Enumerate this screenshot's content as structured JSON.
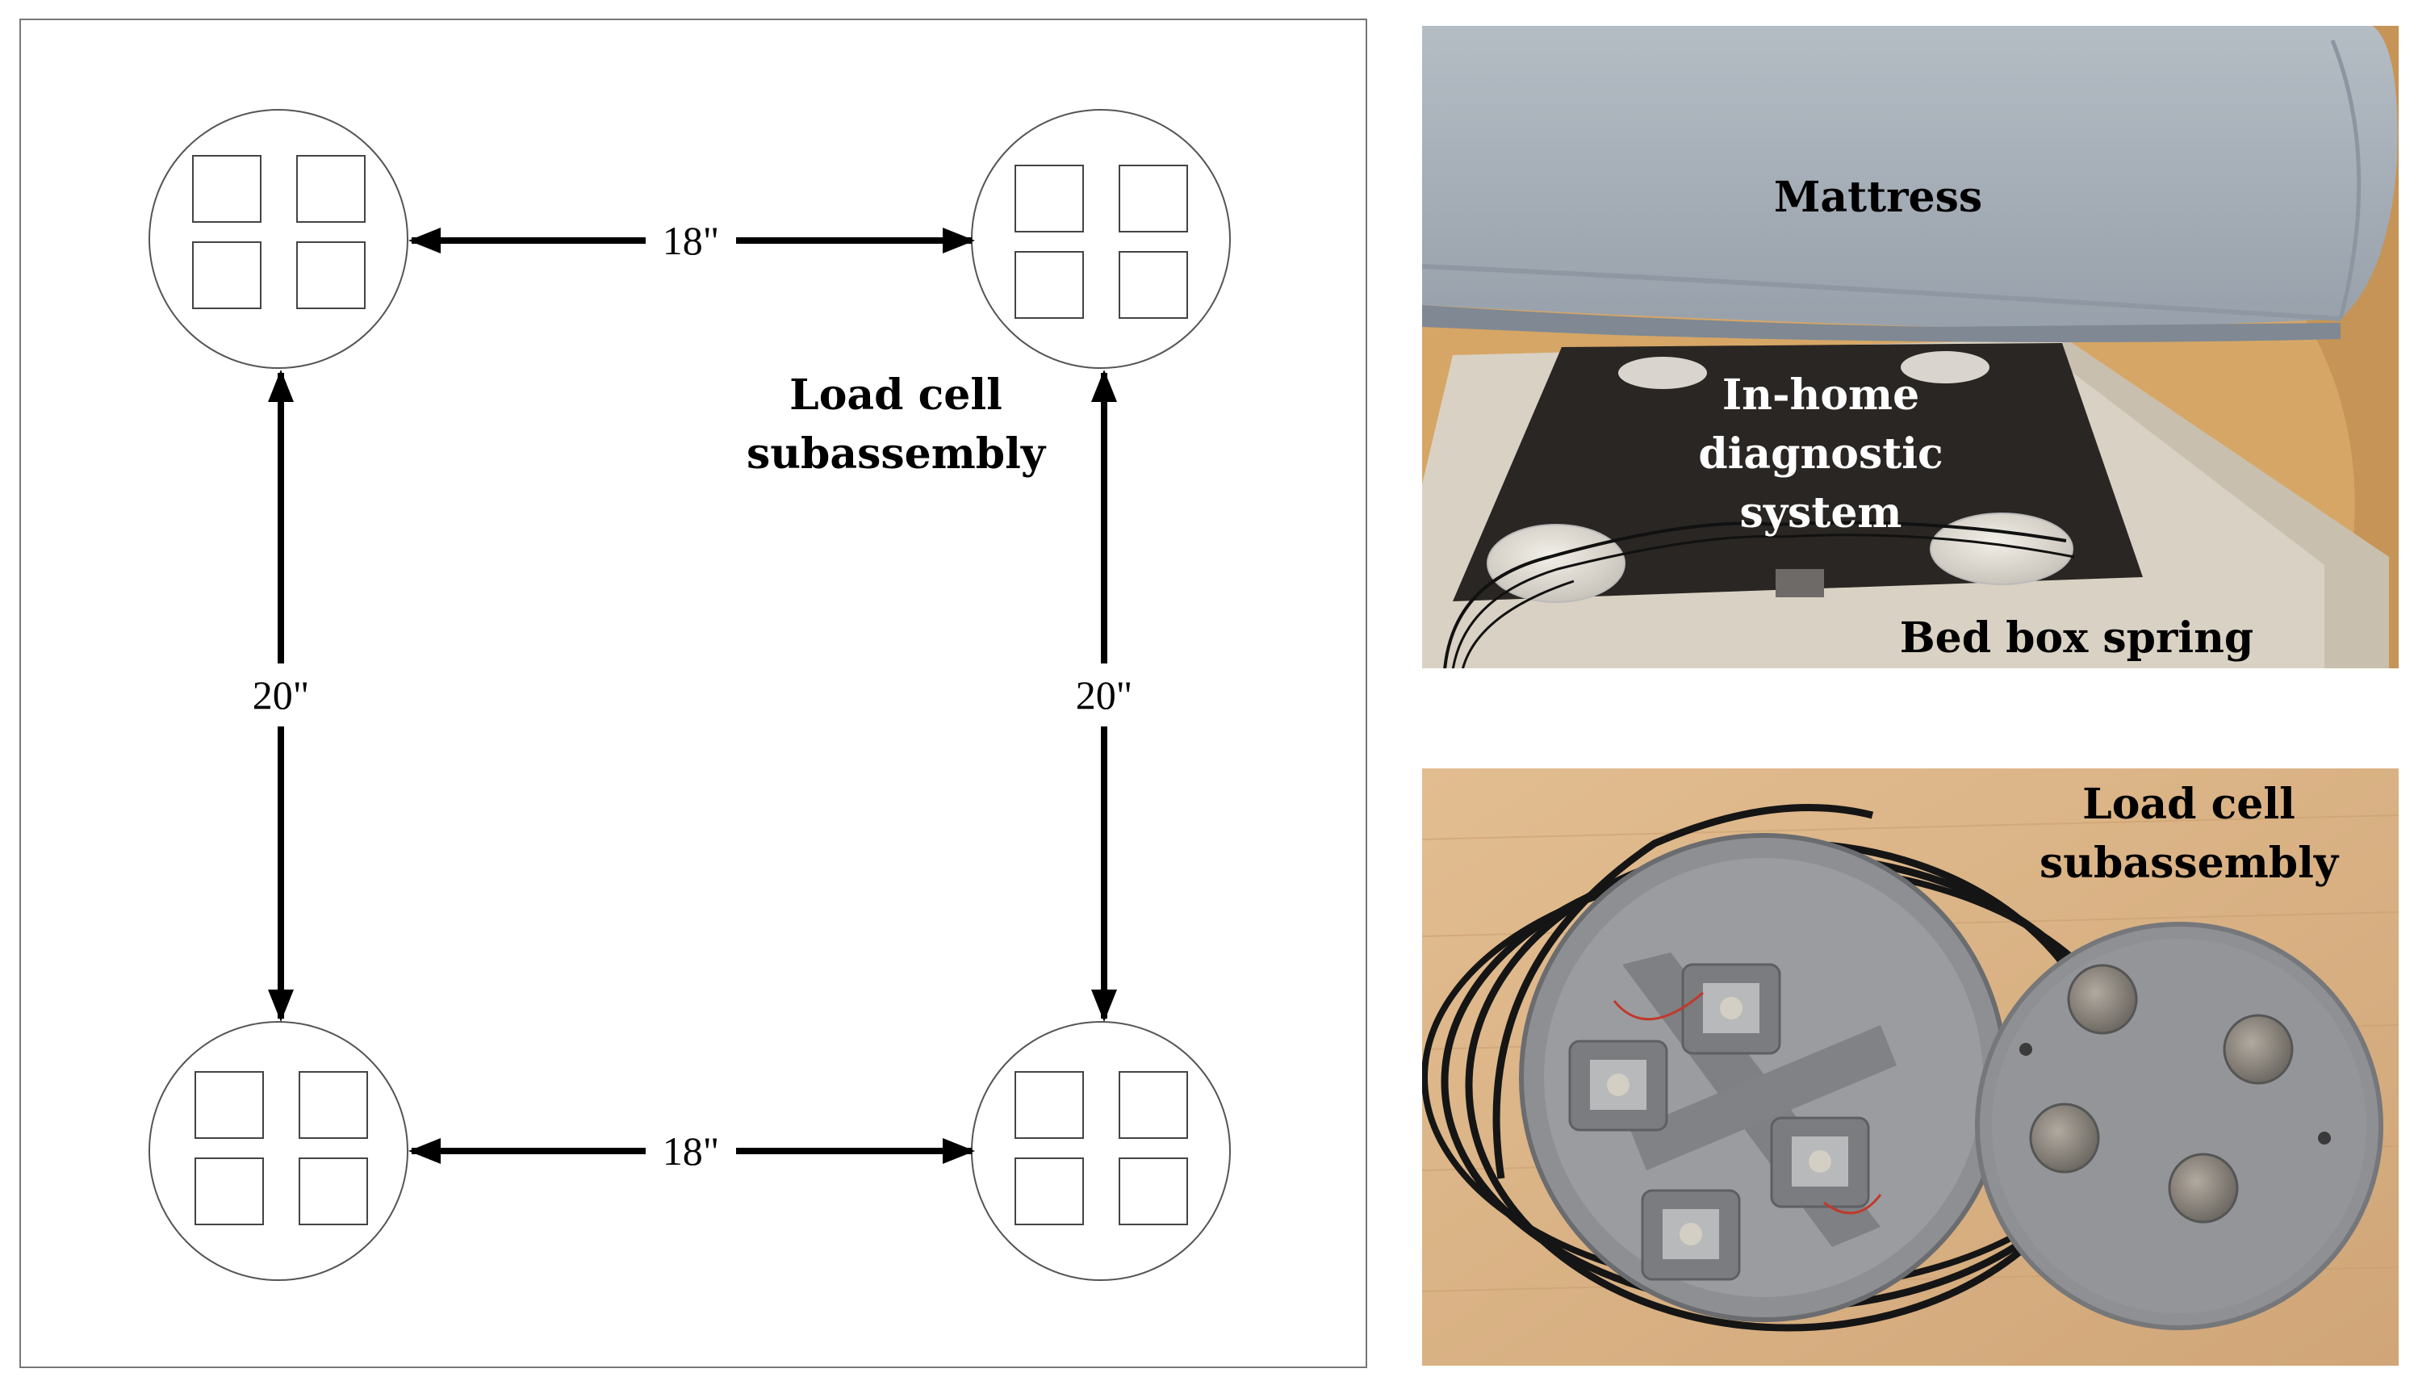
{
  "schematic": {
    "dim_top": "18\"",
    "dim_bottom": "18\"",
    "dim_left": "20\"",
    "dim_right": "20\"",
    "label_line1": "Load cell",
    "label_line2": "subassembly"
  },
  "photo_top": {
    "mattress_label": "Mattress",
    "system_line1": "In-home",
    "system_line2": "diagnostic",
    "system_line3": "system",
    "boxspring_label": "Bed box spring"
  },
  "photo_bottom": {
    "label_line1": "Load cell",
    "label_line2": "subassembly"
  },
  "colors": {
    "mattress": "#a9b2bb",
    "wall": "#d9a969",
    "board": "#2a2623",
    "boxspring": "#d8d0c2",
    "table": "#dcb486",
    "plastic": "#8d8f92",
    "cable": "#151515"
  }
}
